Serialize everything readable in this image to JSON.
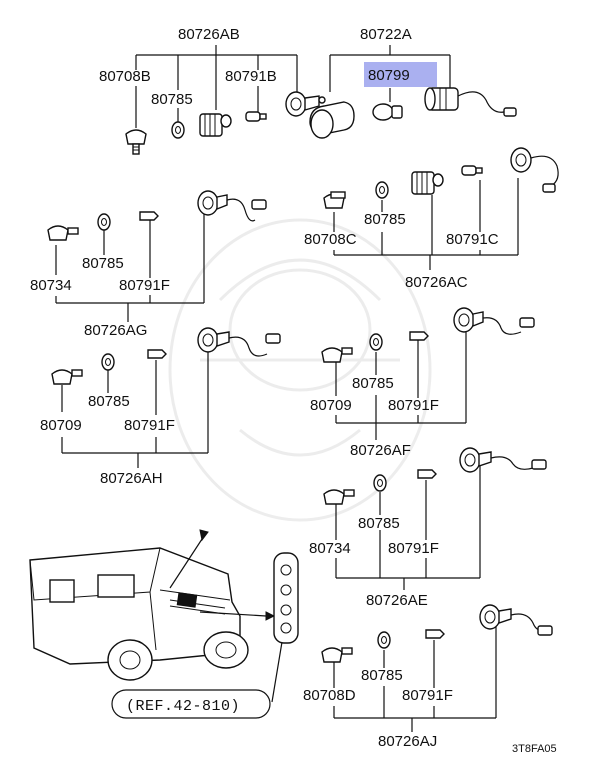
{
  "highlight_color": "#aab0f0",
  "ref_label": "(REF.42-810)",
  "diagram_code": "3T8FA05",
  "groups": [
    {
      "id": "ab",
      "assembly": "80726AB",
      "parts": [
        "80708B",
        "80785",
        "80791B"
      ]
    },
    {
      "id": "a",
      "assembly": "80722A",
      "parts": [
        "80799"
      ],
      "highlighted_part": "80799"
    },
    {
      "id": "ac",
      "assembly": "80726AC",
      "parts": [
        "80708C",
        "80785",
        "80791C"
      ]
    },
    {
      "id": "ag",
      "assembly": "80726AG",
      "parts": [
        "80734",
        "80785",
        "80791F"
      ]
    },
    {
      "id": "af",
      "assembly": "80726AF",
      "parts": [
        "80709",
        "80785",
        "80791F"
      ]
    },
    {
      "id": "ah",
      "assembly": "80726AH",
      "parts": [
        "80709",
        "80785",
        "80791F"
      ]
    },
    {
      "id": "ae",
      "assembly": "80726AE",
      "parts": [
        "80734",
        "80785",
        "80791F"
      ]
    },
    {
      "id": "aj",
      "assembly": "80726AJ",
      "parts": [
        "80708D",
        "80785",
        "80791F"
      ]
    }
  ]
}
